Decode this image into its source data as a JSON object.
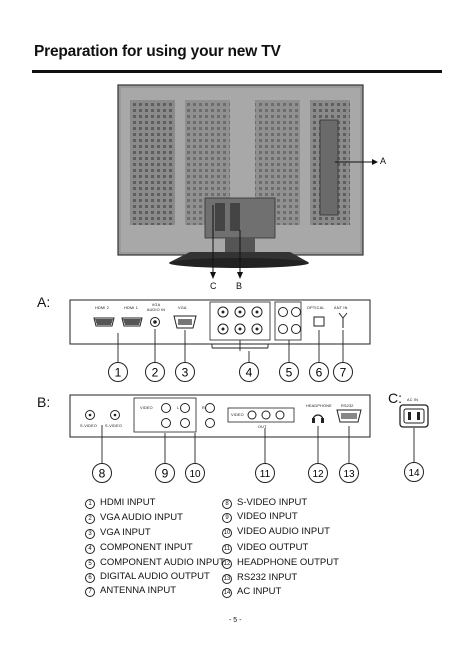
{
  "title": "Preparation for using your new TV",
  "callouts": {
    "a": "A",
    "c": "C",
    "b": "B"
  },
  "sections": {
    "a": "A:",
    "b": "B:",
    "c": "C:"
  },
  "panel_a": {
    "hdmi2": "HDMI 2",
    "hdmi1": "HDMI 1",
    "vga_audio": "VGA AUDIO IN",
    "vga": "VGA",
    "optical": "OPTICAL",
    "ant": "ANT IN"
  },
  "panel_b": {
    "svideo": "S-VIDEO",
    "svideo2": "S-VIDEO",
    "video_in": "VIDEO",
    "audio_l": "L",
    "audio_r": "R",
    "video_out": "VIDEO",
    "out": "OUT",
    "headphone": "HEADPHONE",
    "rs232": "RS232"
  },
  "panel_c": {
    "ac": "AC IN"
  },
  "markers": [
    "1",
    "2",
    "3",
    "4",
    "5",
    "6",
    "7",
    "8",
    "9",
    "10",
    "11",
    "12",
    "13",
    "14"
  ],
  "legend_left": [
    {
      "n": "1",
      "text": "HDMI INPUT"
    },
    {
      "n": "2",
      "text": "VGA AUDIO INPUT"
    },
    {
      "n": "3",
      "text": "VGA INPUT"
    },
    {
      "n": "4",
      "text": "COMPONENT INPUT"
    },
    {
      "n": "5",
      "text": "COMPONENT AUDIO INPUT"
    },
    {
      "n": "6",
      "text": "DIGITAL AUDIO OUTPUT"
    },
    {
      "n": "7",
      "text": "ANTENNA INPUT"
    }
  ],
  "legend_right": [
    {
      "n": "8",
      "text": "S-VIDEO INPUT"
    },
    {
      "n": "9",
      "text": "VIDEO INPUT"
    },
    {
      "n": "10",
      "text": "VIDEO AUDIO INPUT"
    },
    {
      "n": "11",
      "text": "VIDEO OUTPUT"
    },
    {
      "n": "12",
      "text": "HEADPHONE OUTPUT"
    },
    {
      "n": "13",
      "text": "RS232 INPUT"
    },
    {
      "n": "14",
      "text": "AC INPUT"
    }
  ],
  "page_number": "- 5 -"
}
